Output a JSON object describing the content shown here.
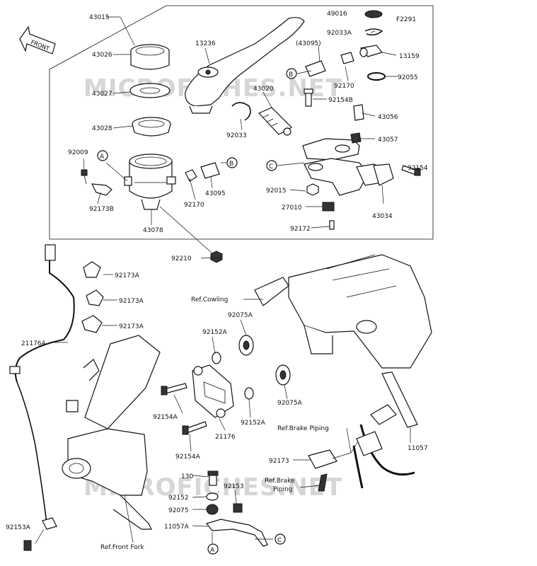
{
  "diagram_code": "F2291",
  "front_label": "FRONT",
  "watermark": "MICROFICHES.NET",
  "callouts": {
    "c43015": "43015",
    "c43026": "43026",
    "c43027": "43027",
    "c43028": "43028",
    "c92009": "92009",
    "c92173B": "92173B",
    "c43078": "43078",
    "c92210": "92210",
    "c13236": "13236",
    "c92033": "92033",
    "c92170a": "92170",
    "c43095a": "43095",
    "c43095b": "(43095)",
    "c43020": "43020",
    "c49016": "49016",
    "c92033A": "92033A",
    "c13159": "13159",
    "c92170b": "92170",
    "c92055": "92055",
    "c92154B": "92154B",
    "c43056": "43056",
    "c43057": "43057",
    "c92154": "92154",
    "c92015": "92015",
    "c27010": "27010",
    "c43034": "43034",
    "c92172": "92172",
    "c92173Aa": "92173A",
    "c92173Ab": "92173A",
    "c92173Ac": "92173A",
    "c21176A": "21176A",
    "c92075Aa": "92075A",
    "c92152Aa": "92152A",
    "c92154Aa": "92154A",
    "c92154Ab": "92154A",
    "c21176": "21176",
    "c92152Ab": "92152A",
    "c92075Ab": "92075A",
    "c11057a": "11057",
    "c92173": "92173",
    "c130": "130",
    "c92152": "92152",
    "c92153": "92153",
    "c92075": "92075",
    "c11057A": "11057A",
    "c92153A": "92153A"
  },
  "refs": {
    "cowling": "Ref.Cowling",
    "brake_piping_1": "Ref.Brake Piping",
    "brake_piping_2a": "Ref.Brake",
    "brake_piping_2b": "Piping",
    "front_fork": "Ref.Front Fork"
  },
  "markers": {
    "A": "A",
    "B": "B",
    "C": "C"
  }
}
